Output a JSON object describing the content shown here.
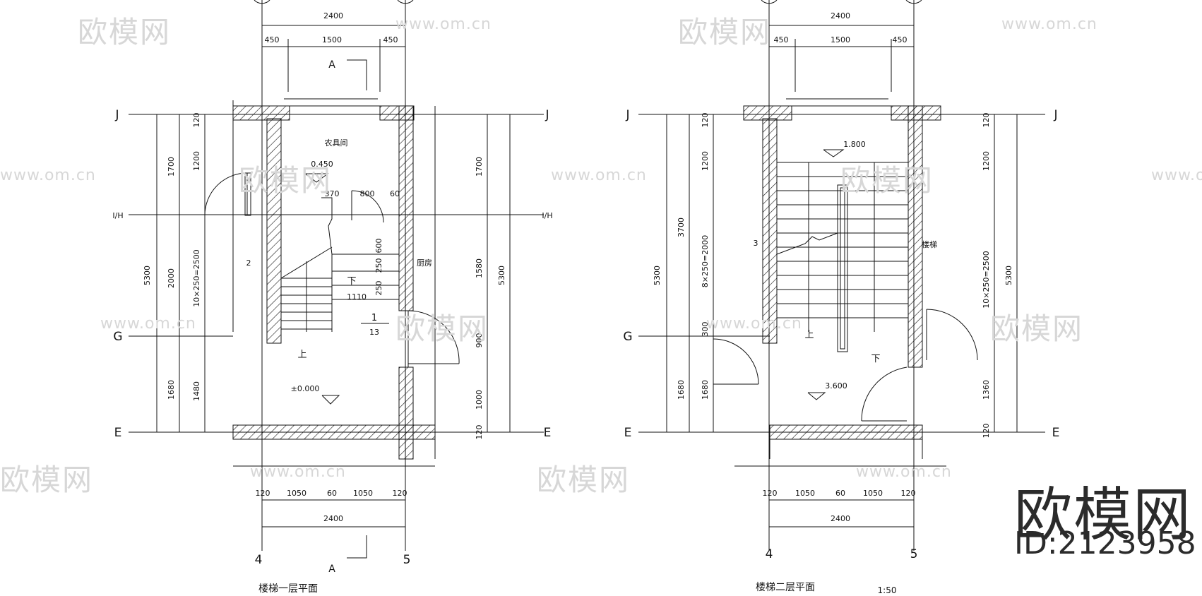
{
  "watermark": {
    "logo": "欧模网",
    "url": "www.om.cn"
  },
  "brand": {
    "logo": "欧模网",
    "id": "ID:2123958"
  },
  "plan_left": {
    "title": "楼梯一层平面",
    "room_label": "农具间",
    "room_right_label": "厨房",
    "level_room": "0.450",
    "level_floor": "±0.000",
    "up_label": "上",
    "down_label": "下",
    "section_mark": "A",
    "detail_ref": {
      "top": "1",
      "bottom": "13"
    },
    "stair_note": "2",
    "dims": {
      "top_total": "2400",
      "top_450a": "450",
      "top_1500": "1500",
      "top_450b": "450",
      "bot_120a": "120",
      "bot_1050a": "1050",
      "bot_60": "60",
      "bot_1050b": "1050",
      "bot_120b": "120",
      "bot_total": "2400",
      "left_120": "120",
      "left_1200": "1200",
      "left_1700": "1700",
      "left_2000": "2000",
      "left_steps": "10×250=2500",
      "left_5300": "5300",
      "left_1480": "1480",
      "left_1680": "1680",
      "right_1700": "1700",
      "right_1580": "1580",
      "right_900": "900",
      "right_1000": "1000",
      "right_120": "120",
      "right_5300": "5300",
      "inner_370": "370",
      "inner_800": "800",
      "inner_60": "60",
      "inner_600": "600",
      "inner_250a": "250",
      "inner_250b": "250",
      "inner_1110": "1110"
    }
  },
  "plan_right": {
    "title": "楼梯二层平面",
    "scale": "1:50",
    "room_right_label": "楼梯",
    "level_top": "1.800",
    "level_floor": "3.600",
    "up_label": "上",
    "down_label": "下",
    "stair_note": "3",
    "dims": {
      "top_total": "2400",
      "top_450a": "450",
      "top_1500": "1500",
      "top_450b": "450",
      "bot_120a": "120",
      "bot_1050a": "1050",
      "bot_60": "60",
      "bot_1050b": "1050",
      "bot_120b": "120",
      "bot_total": "2400",
      "left_120": "120",
      "left_1200": "1200",
      "left_3700": "3700",
      "left_steps": "8×250=2000",
      "left_5300": "5300",
      "left_300": "300",
      "left_1680a": "1680",
      "left_1680b": "1680",
      "right_120a": "120",
      "right_1200": "1200",
      "right_steps": "10×250=2500",
      "right_1360": "1360",
      "right_120b": "120",
      "right_5300": "5300"
    }
  },
  "axes": {
    "J": "J",
    "IH": "I/H",
    "G": "G",
    "E": "E",
    "n4": "4",
    "n5": "5"
  }
}
